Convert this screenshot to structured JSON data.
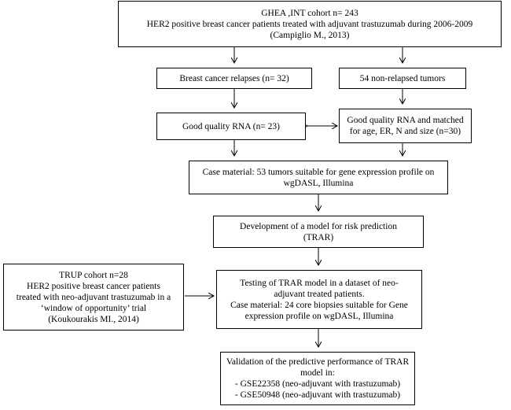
{
  "boxes": {
    "ghea": {
      "lines": [
        "GHEA ,INT cohort n= 243",
        "HER2 positive breast cancer patients treated with adjuvant trastuzumab during 2006-2009",
        "(Campiglio M., 2013)"
      ]
    },
    "relapses": {
      "lines": [
        "Breast cancer relapses (n= 32)"
      ]
    },
    "nonrelapsed": {
      "lines": [
        "54 non-relapsed tumors"
      ]
    },
    "goodrna": {
      "lines": [
        "Good quality RNA (n= 23)"
      ]
    },
    "matched": {
      "lines": [
        "Good quality RNA and matched",
        "for age, ER, N and size (n=30)"
      ]
    },
    "casematerial": {
      "lines": [
        "Case material: 53 tumors suitable for gene expression profile on",
        "wgDASL, Illumina"
      ]
    },
    "development": {
      "lines": [
        "Development of a model for risk prediction",
        "(TRAR)"
      ]
    },
    "trup": {
      "lines": [
        "TRUP cohort n=28",
        "HER2 positive breast cancer patients",
        "treated with neo-adjuvant trastuzumab in a",
        "‘window of opportunity’ trial",
        "(Koukourakis MI., 2014)"
      ]
    },
    "testing": {
      "lines": [
        "Testing of  TRAR model in a dataset of neo-",
        "adjuvant treated patients.",
        "Case material: 24 core biopsies suitable for Gene",
        "expression profile on wgDASL, Illumina"
      ]
    },
    "validation": {
      "lines": [
        "Validation of the predictive performance of TRAR",
        "model in:",
        "- GSE22358 (neo-adjuvant with trastuzumab)",
        "- GSE50948 (neo-adjuvant with trastuzumab)"
      ]
    }
  }
}
